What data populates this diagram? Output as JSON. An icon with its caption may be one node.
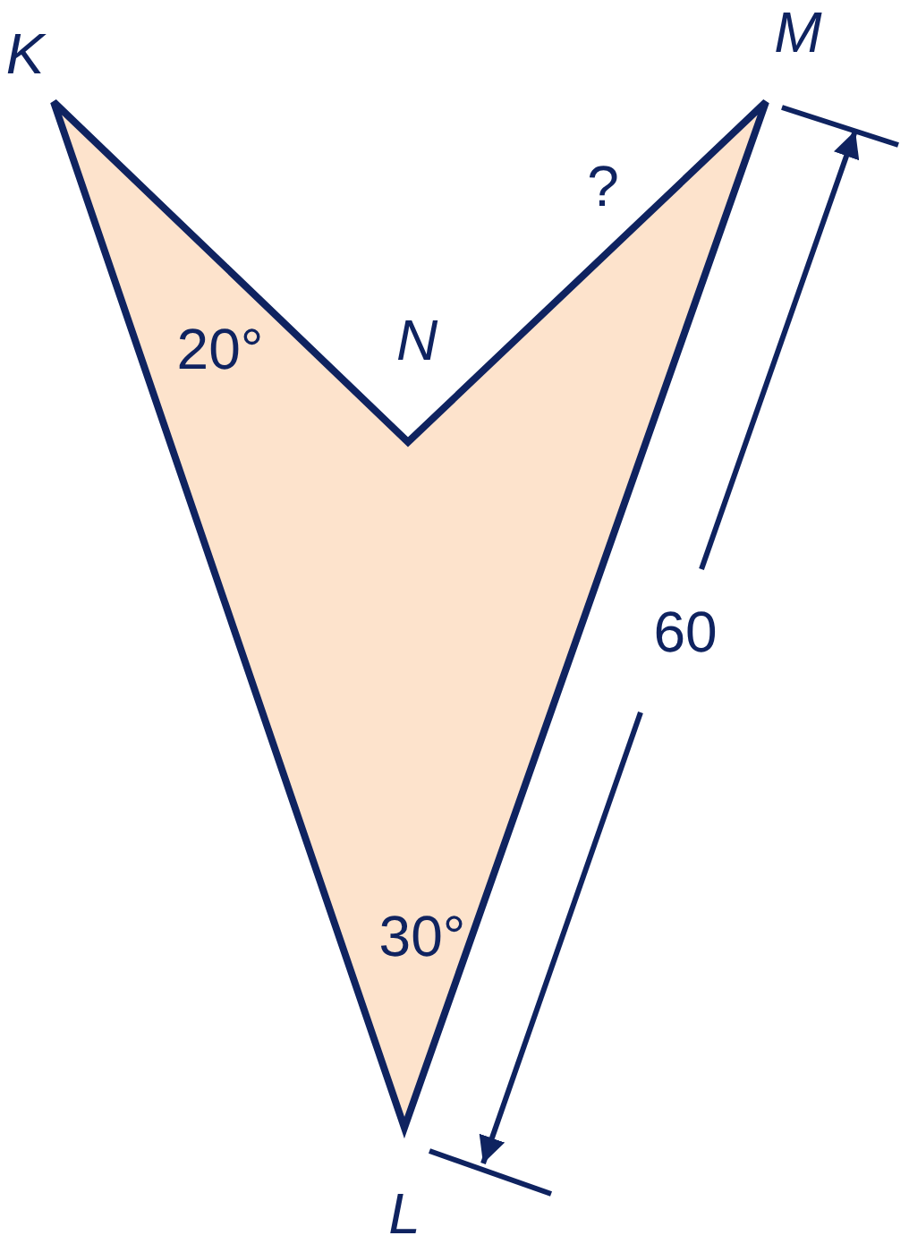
{
  "diagram": {
    "labels": [
      "K",
      "M",
      "?",
      "20°",
      "N",
      "60",
      "30°",
      "L"
    ]
  }
}
